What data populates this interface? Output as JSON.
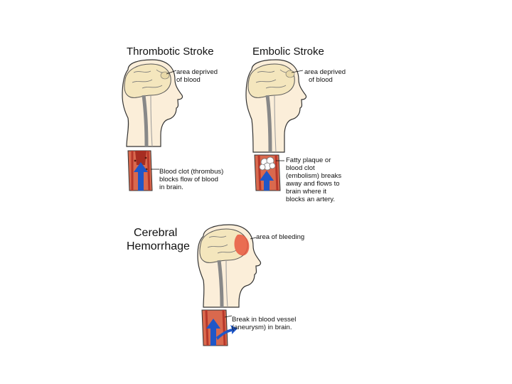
{
  "panels": {
    "thrombotic": {
      "title": "Thrombotic Stroke",
      "brain_label": [
        "area deprived",
        "of blood"
      ],
      "artery_label": [
        "Blood clot (thrombus)",
        "blocks flow of blood",
        "in brain."
      ]
    },
    "embolic": {
      "title": "Embolic Stroke",
      "brain_label": [
        "area deprived",
        "of blood"
      ],
      "artery_label": [
        "Fatty plaque or",
        "blood clot",
        "(embolism) breaks",
        "away and flows to",
        "brain where it",
        "blocks an artery."
      ]
    },
    "hemorrhage": {
      "title": [
        "Cerebral",
        "Hemorrhage"
      ],
      "brain_label": [
        "area of bleeding"
      ],
      "artery_label": [
        "Break in blood vessel",
        "(aneurysm) in brain."
      ]
    }
  },
  "colors": {
    "head_fill": "#fbeed9",
    "brain_fill": "#f4e6bd",
    "artery_fill": "#d9694e",
    "artery_inner": "#b7372a",
    "arrow_blue": "#1f57c8",
    "bleeding": "#e8573f"
  }
}
